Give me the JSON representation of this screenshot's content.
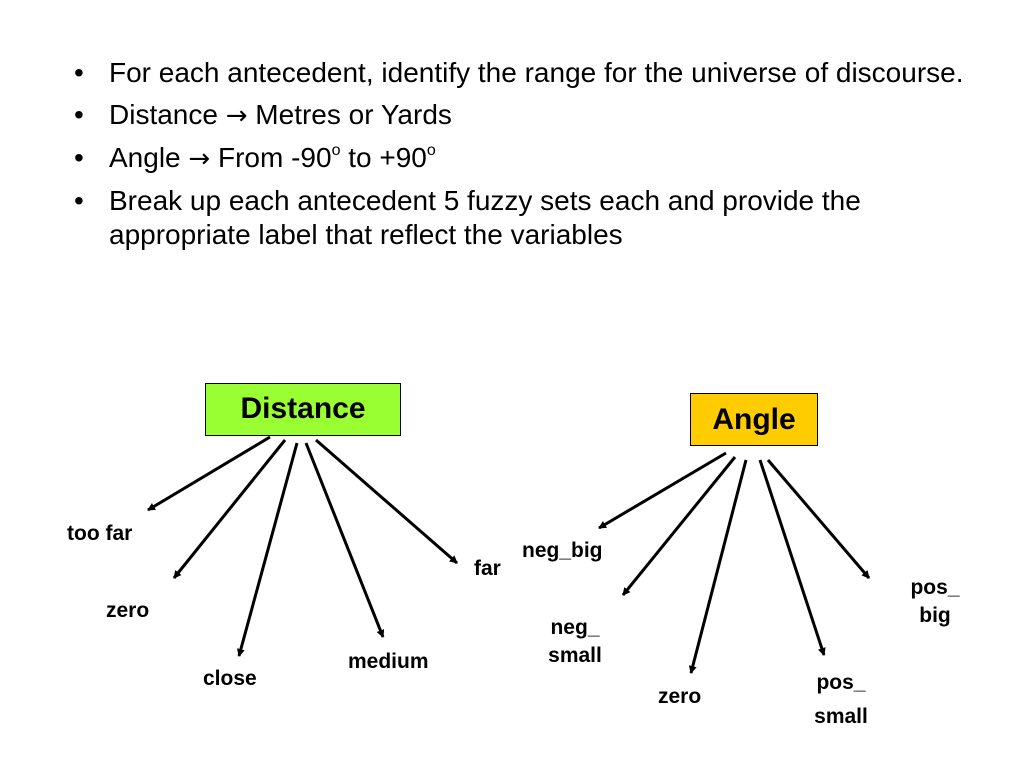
{
  "bullets": {
    "b1": "For each antecedent, identify the range for the universe of discourse.",
    "b2_name": "Distance",
    "b2_arrow": "→",
    "b2_value": "Metres or Yards",
    "b3_name": "Angle",
    "b3_arrow": "→",
    "b3_from": "From -90",
    "b3_sup1": "o",
    "b3_to": "to +90",
    "b3_sup2": "o",
    "b4": "Break up each antecedent 5 fuzzy sets each and provide the appropriate label that reflect the variables"
  },
  "diagram": {
    "distance": {
      "title": "Distance",
      "color": "#99ff33",
      "labels": {
        "too_far": "too far",
        "zero": "zero",
        "close": "close",
        "medium": "medium",
        "far": "far"
      }
    },
    "angle": {
      "title": "Angle",
      "color": "#ffcc00",
      "labels": {
        "neg_big": "neg_big",
        "neg_small_1": "neg_",
        "neg_small_2": "small",
        "zero": "zero",
        "pos_small_1": "pos_",
        "pos_small_2": "small",
        "pos_big_1": "pos_",
        "pos_big_2": "big"
      }
    }
  }
}
